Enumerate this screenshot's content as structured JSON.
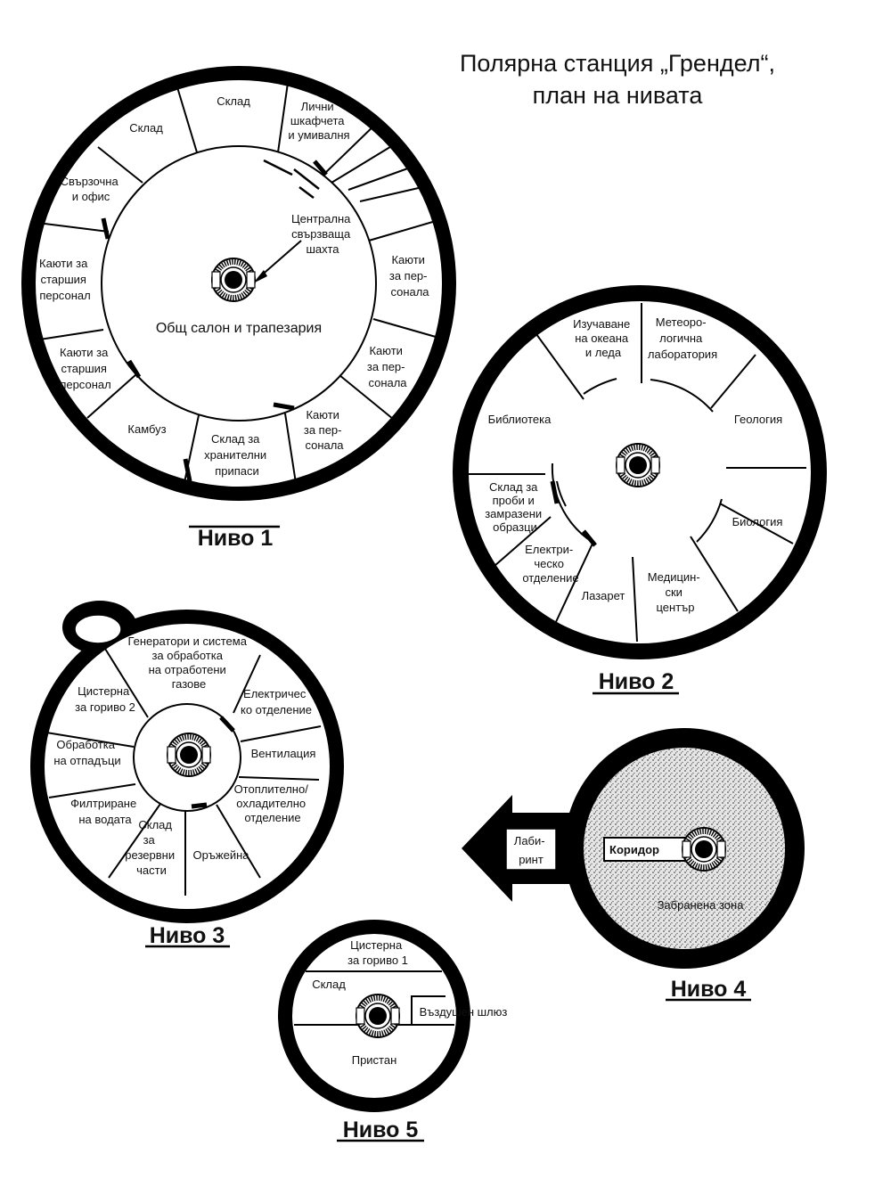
{
  "title": {
    "line1": "Полярна станция „Грендел“,",
    "line2": "план на нивата"
  },
  "level1": {
    "caption": "Ниво 1",
    "rooms": {
      "sklad_a": [
        "Склад"
      ],
      "sklad_b": [
        "Склад"
      ],
      "lockers": [
        "Лични",
        "шкафчета",
        "и умивалня"
      ],
      "comms": [
        "Свързочна",
        "и офис"
      ],
      "senior_a": [
        "Каюти за",
        "старшия",
        "персонал"
      ],
      "senior_b": [
        "Каюти за",
        "старшия",
        "персонал"
      ],
      "kambuz": [
        "Камбуз"
      ],
      "food": [
        "Склад за",
        "хранителни",
        "припаси"
      ],
      "crew_c": [
        "Каюти",
        "за пер-",
        "сонала"
      ],
      "crew_b": [
        "Каюти",
        "за пер-",
        "сонала"
      ],
      "crew_a": [
        "Каюти",
        "за пер-",
        "сонала"
      ],
      "shaft": [
        "Централна",
        "свързваща",
        "шахта"
      ],
      "salon": [
        "Общ салон и трапезария"
      ]
    }
  },
  "level2": {
    "caption": "Ниво 2",
    "rooms": {
      "ocean": [
        "Изучаване",
        "на океана",
        "и леда"
      ],
      "meteo": [
        "Метеоро-",
        "логична",
        "лаборатория"
      ],
      "library": [
        "Библиотека"
      ],
      "geology": [
        "Геология"
      ],
      "samples": [
        "Склад за",
        "проби и",
        "замразени",
        "образци"
      ],
      "biology": [
        "Биология"
      ],
      "electric": [
        "Електри-",
        "ческо",
        "отделение"
      ],
      "lazaret": [
        "Лазарет"
      ],
      "medical": [
        "Медицин-",
        "ски",
        "център"
      ]
    }
  },
  "level3": {
    "caption": "Ниво 3",
    "rooms": {
      "generators": [
        "Генератори и система",
        "за обработка",
        "на отработени",
        "газове"
      ],
      "fuel2": [
        "Цистерна",
        "за гориво 2"
      ],
      "electric": [
        "Електричес",
        "ко отделение"
      ],
      "waste": [
        "Обработка",
        "на отпадъци"
      ],
      "ventilation": [
        "Вентилация"
      ],
      "heating": [
        "Отоплително/",
        "охладително",
        "отделение"
      ],
      "water": [
        "Филтриране",
        "на водата"
      ],
      "spares": [
        "Склад",
        "за",
        "резервни",
        "части"
      ],
      "armory": [
        "Оръжейна"
      ]
    }
  },
  "level4": {
    "caption": "Ниво 4",
    "labyrinth": [
      "Лаби-",
      "ринт"
    ],
    "corridor": "Коридор",
    "forbidden": "Забранена зона"
  },
  "level5": {
    "caption": "Ниво 5",
    "rooms": {
      "fuel1": [
        "Цистерна",
        "за гориво 1"
      ],
      "sklad": [
        "Склад"
      ],
      "airlock": [
        "Въздушен шлюз"
      ],
      "dock": [
        "Пристан"
      ]
    }
  }
}
